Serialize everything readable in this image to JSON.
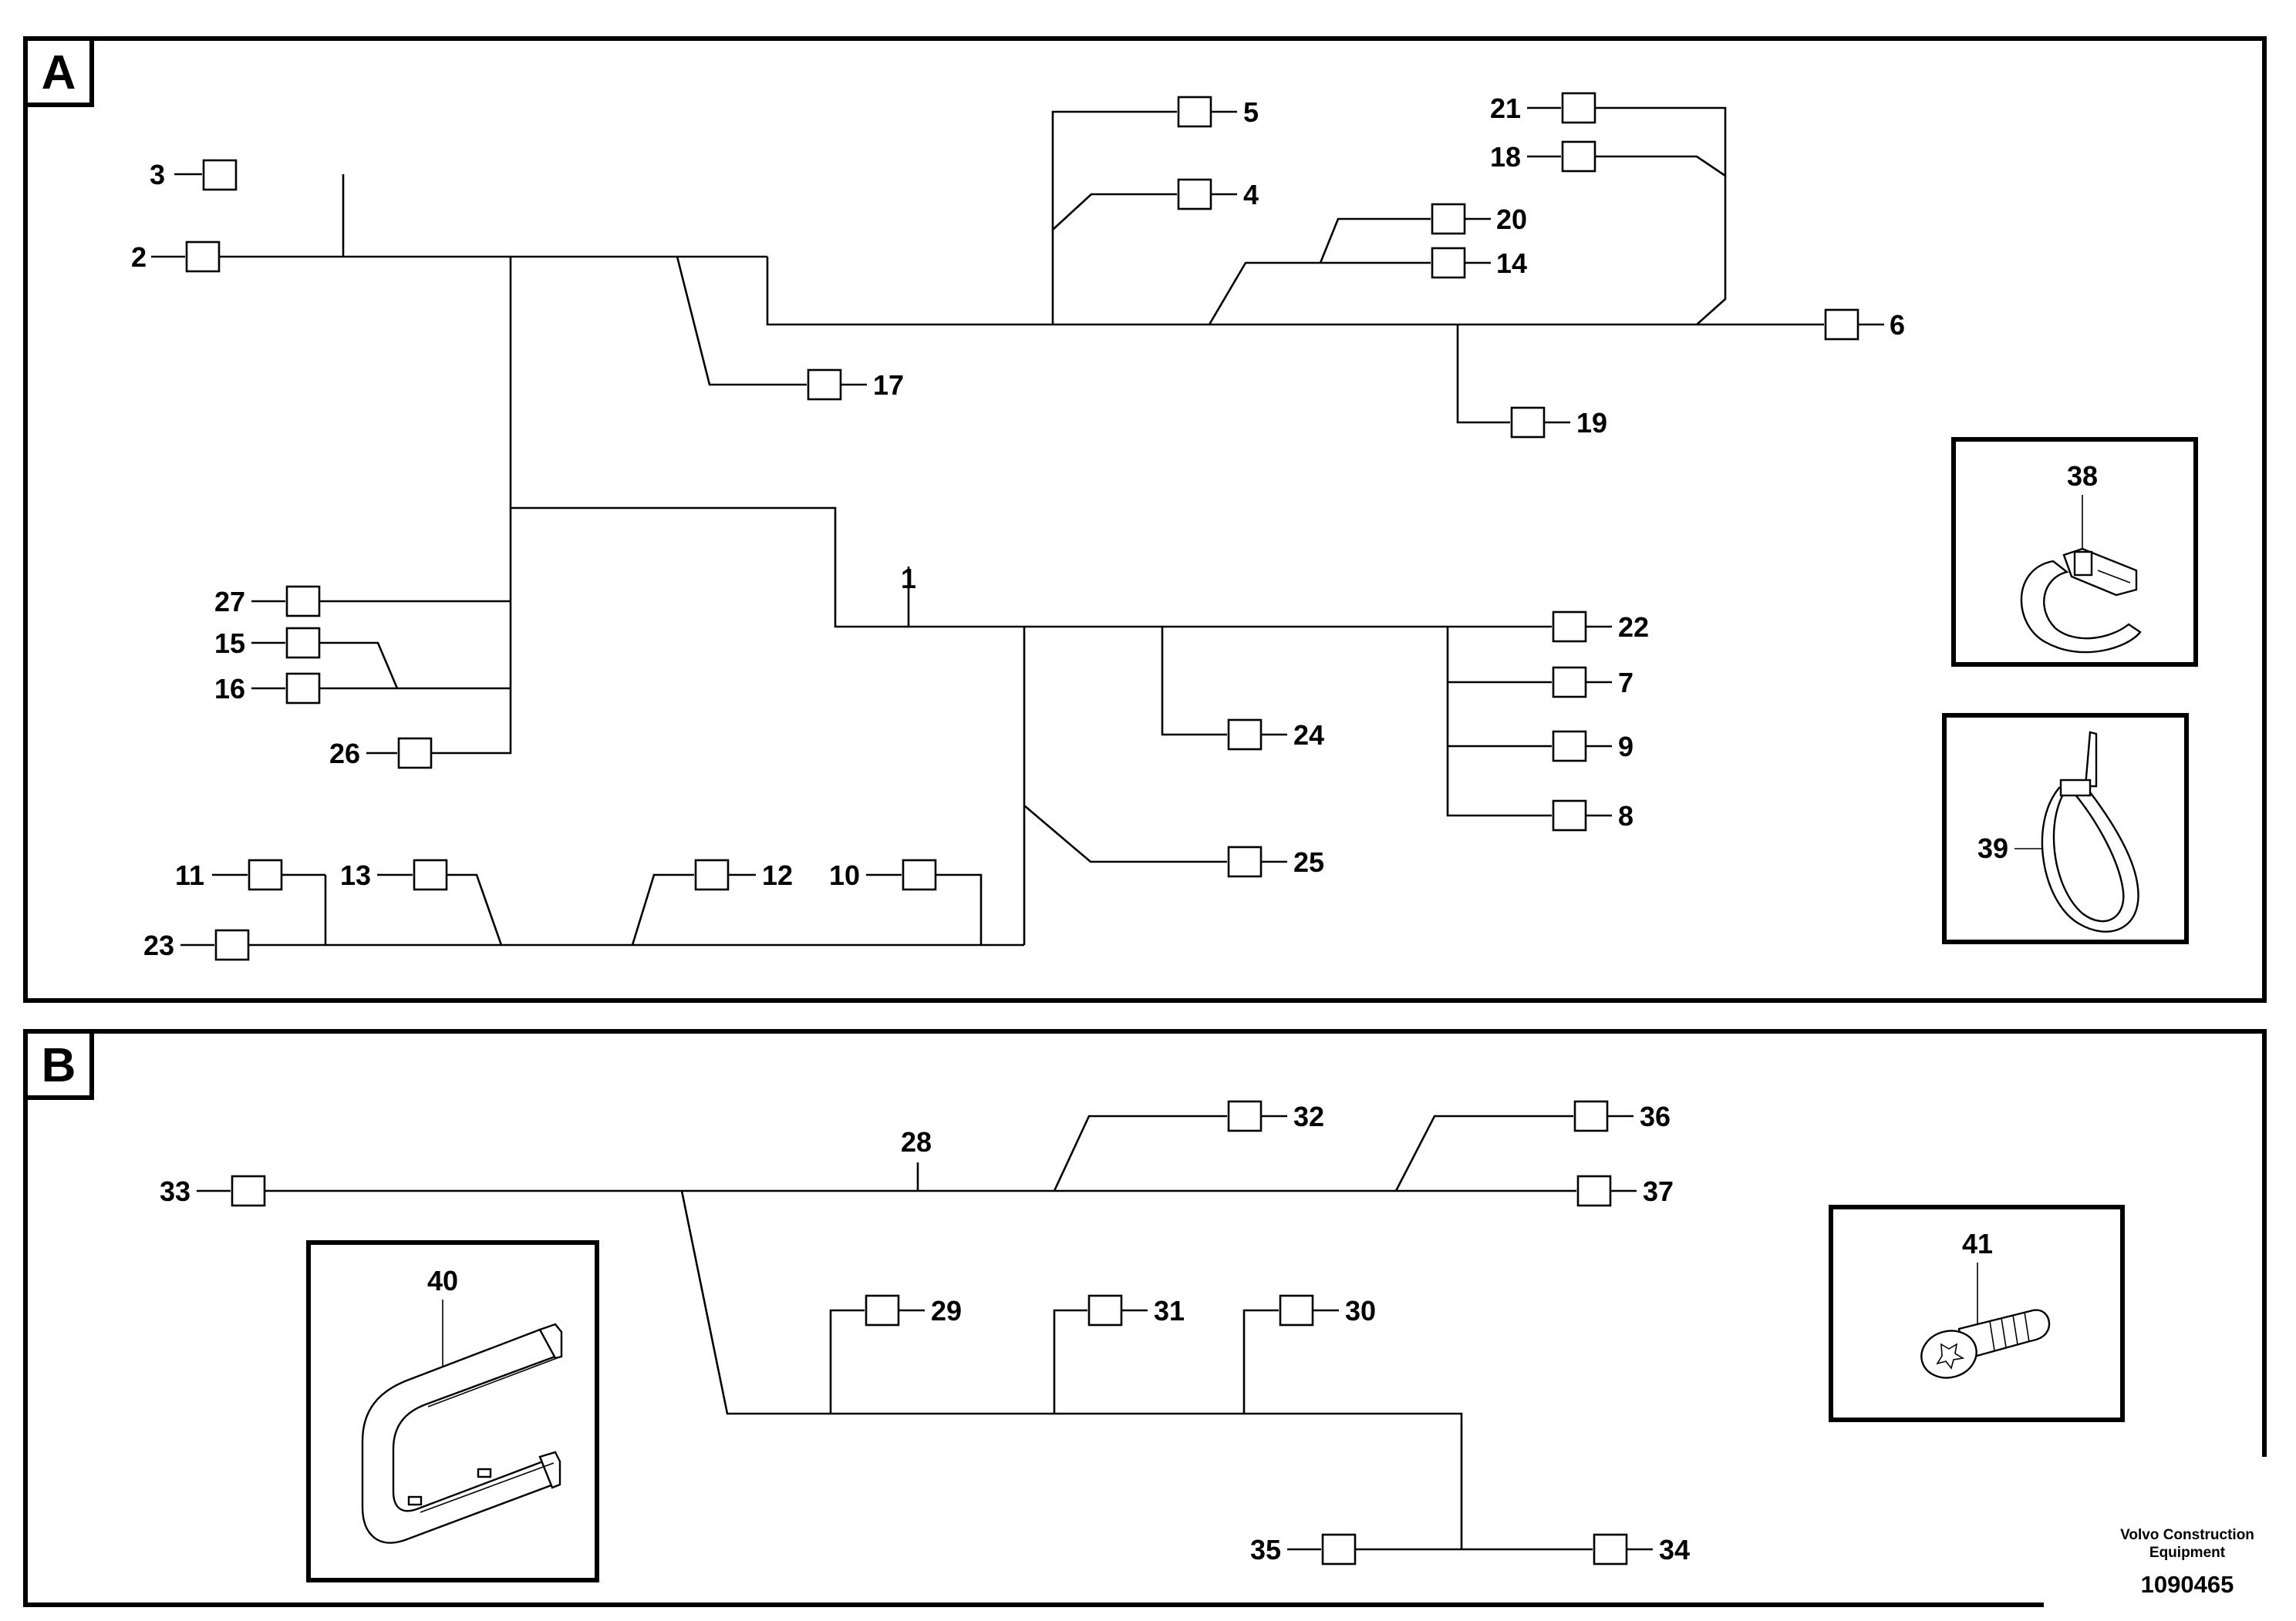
{
  "sections": [
    {
      "id": "A",
      "label": "A"
    },
    {
      "id": "B",
      "label": "B"
    }
  ],
  "position_numbers": {
    "p1": "1",
    "p2": "2",
    "p3": "3",
    "p4": "4",
    "p5": "5",
    "p6": "6",
    "p7": "7",
    "p8": "8",
    "p9": "9",
    "p10": "10",
    "p11": "11",
    "p12": "12",
    "p13": "13",
    "p14": "14",
    "p15": "15",
    "p16": "16",
    "p17": "17",
    "p18": "18",
    "p19": "19",
    "p20": "20",
    "p21": "21",
    "p22": "22",
    "p23": "23",
    "p24": "24",
    "p25": "25",
    "p26": "26",
    "p27": "27",
    "p28": "28",
    "p29": "29",
    "p30": "30",
    "p31": "31",
    "p32": "32",
    "p33": "33",
    "p34": "34",
    "p35": "35",
    "p36": "36",
    "p37": "37",
    "p38": "38",
    "p39": "39",
    "p40": "40",
    "p41": "41"
  },
  "inset_parts": [
    {
      "ref": "38",
      "icon": "cable-clamp-icon"
    },
    {
      "ref": "39",
      "icon": "cable-tie-icon"
    },
    {
      "ref": "40",
      "icon": "cable-bracket-icon"
    },
    {
      "ref": "41",
      "icon": "torx-screw-icon"
    }
  ],
  "footer": {
    "company_line1": "Volvo Construction",
    "company_line2": "Equipment",
    "doc_number": "1090465"
  }
}
